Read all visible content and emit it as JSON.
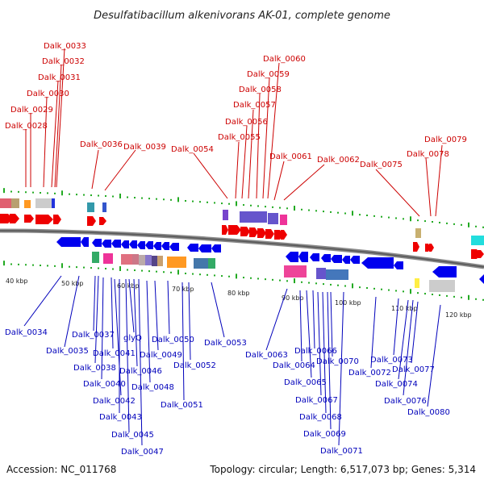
{
  "title": "Desulfatibacillum alkenivorans AK-01, complete genome",
  "accession": "Accession: NC_011768",
  "topology": "Topology: circular; Length: 6,517,073 bp; Genes: 5,314",
  "colors": {
    "forward": "#ee0000",
    "reverse": "#0000ee",
    "top_label": "#cc0000",
    "bottom_label": "#0000bb",
    "tick": "#22aa22"
  },
  "ruler": [
    "40 kbp",
    "50 kbp",
    "60 kbp",
    "70 kbp",
    "80 kbp",
    "90 kbp",
    "100 kbp",
    "110 kbp",
    "120 kbp"
  ],
  "top_labels": [
    "Dalk_0028",
    "Dalk_0029",
    "Dalk_0030",
    "Dalk_0031",
    "Dalk_0032",
    "Dalk_0033",
    "Dalk_0036",
    "Dalk_0039",
    "Dalk_0054",
    "Dalk_0055",
    "Dalk_0056",
    "Dalk_0057",
    "Dalk_0058",
    "Dalk_0059",
    "Dalk_0060",
    "Dalk_0061",
    "Dalk_0062",
    "Dalk_0075",
    "Dalk_0078",
    "Dalk_0079"
  ],
  "bottom_labels": [
    "Dalk_0034",
    "Dalk_0035",
    "Dalk_0037",
    "Dalk_0038",
    "Dalk_0040",
    "glyQ",
    "Dalk_0041",
    "Dalk_0042",
    "Dalk_0043",
    "Dalk_0045",
    "Dalk_0046",
    "Dalk_0047",
    "Dalk_0048",
    "Dalk_0049",
    "Dalk_0050",
    "Dalk_0051",
    "Dalk_0052",
    "Dalk_0053",
    "Dalk_0063",
    "Dalk_0064",
    "Dalk_0065",
    "Dalk_0066",
    "Dalk_0067",
    "Dalk_0068",
    "Dalk_0069",
    "Dalk_0070",
    "Dalk_0071",
    "Dalk_0072",
    "Dalk_0073",
    "Dalk_0074",
    "Dalk_0076",
    "Dalk_0077",
    "Dalk_0080"
  ]
}
